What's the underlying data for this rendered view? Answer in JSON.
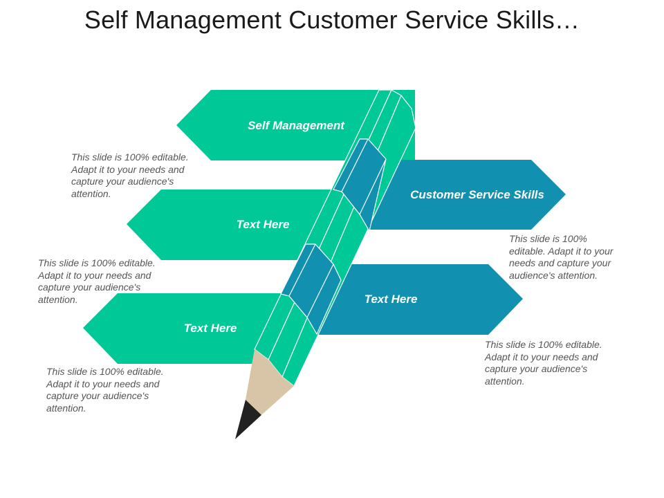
{
  "slide": {
    "title": "Self Management Customer Service Skills…"
  },
  "arrows": [
    {
      "label": "Self Management",
      "color": "#00c896"
    },
    {
      "label": "Customer Service Skills",
      "color": "#1190b0"
    },
    {
      "label": "Text Here",
      "color": "#00c896"
    },
    {
      "label": "Text Here",
      "color": "#1190b0"
    },
    {
      "label": "Text Here",
      "color": "#00c896"
    }
  ],
  "descriptions": [
    {
      "line1": "This slide is 100% editable.",
      "line2": "Adapt it to your needs and",
      "line3": "capture your audience's",
      "line4": "attention."
    },
    {
      "line1": "This slide is 100%",
      "line2": "editable. Adapt it to your",
      "line3": "needs and capture your",
      "line4": "audience's attention."
    },
    {
      "line1": "This slide is 100% editable.",
      "line2": "Adapt it to your needs and",
      "line3": "capture your audience's",
      "line4": "attention."
    },
    {
      "line1": "This slide is 100% editable.",
      "line2": "Adapt it to your needs and",
      "line3": "capture your audience's",
      "line4": "attention."
    },
    {
      "line1": "This slide is 100% editable.",
      "line2": "Adapt it to your needs and",
      "line3": "capture your audience's",
      "line4": "attention."
    }
  ],
  "pencil": {
    "green": "#00c896",
    "blue": "#1190b0",
    "wood": "#d8c4a6",
    "lead": "#222222"
  }
}
